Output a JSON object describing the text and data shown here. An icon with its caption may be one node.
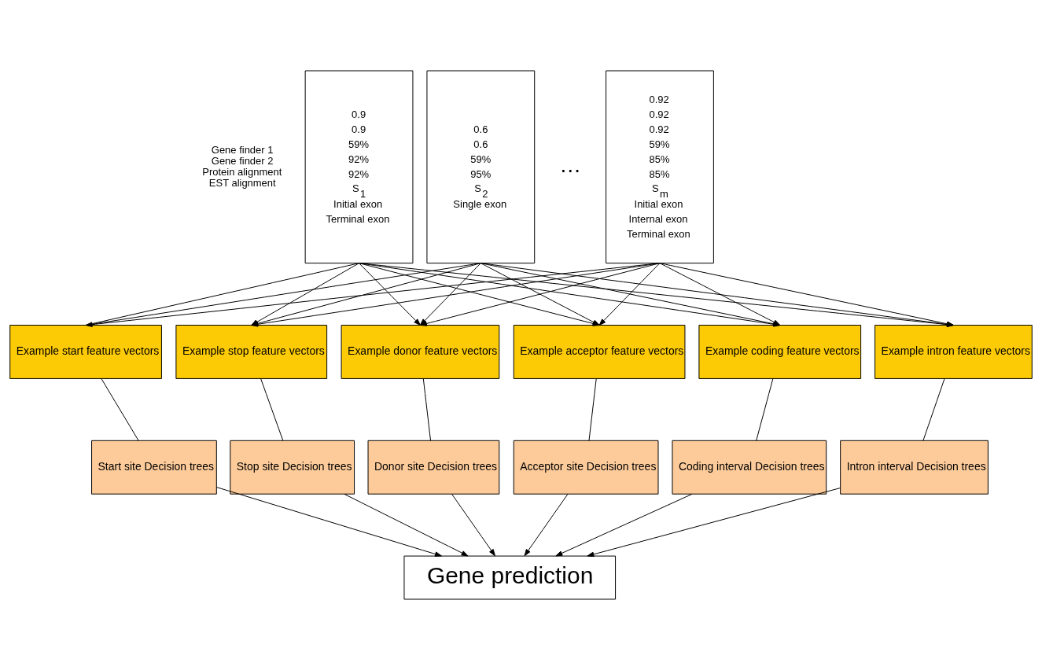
{
  "diagram": {
    "nodes": [
      {
        "text": [
          "0.9",
          "0.9",
          "59%",
          "92%",
          "92%",
          "S$_{1}$",
          "Initial exon",
          "Terminal exon"
        ]
      },
      {
        "text": [
          "0.6",
          "0.6",
          "59%",
          "95%",
          "S$_{2}$",
          "Single exon"
        ]
      },
      {
        "text": [
          "0.92",
          "0.92",
          "0.92",
          "59%",
          "85%",
          "85%",
          "S$_{m}$",
          "Initial exon",
          "Internal exon",
          "Terminal exon"
        ]
      },
      {
        "text": [
          "Example start feature vectors"
        ]
      },
      {
        "text": [
          "Example stop feature vectors"
        ]
      },
      {
        "text": [
          "Example donor feature vectors"
        ]
      },
      {
        "text": [
          "Example acceptor feature vectors"
        ]
      },
      {
        "text": [
          "Example coding feature vectors"
        ]
      },
      {
        "text": [
          "Example intron feature vectors"
        ]
      },
      {
        "text": [
          "Start site Decision trees"
        ]
      },
      {
        "text": [
          "Stop site Decision trees"
        ]
      },
      {
        "text": [
          "Donor site Decision trees"
        ]
      },
      {
        "text": [
          "Acceptor site Decision trees"
        ]
      },
      {
        "text": [
          "Coding interval Decision trees"
        ]
      },
      {
        "text": [
          "Intron interval Decision trees"
        ]
      },
      {
        "text": [
          "Gene prediction"
        ]
      }
    ],
    "edges": [
      {
        "from": 0,
        "to": 3,
        "arrow": "none"
      },
      {
        "from": 0,
        "to": 4,
        "arrow": "to"
      },
      {
        "from": 0,
        "to": 5,
        "arrow": "to"
      },
      {
        "from": 0,
        "to": 6,
        "arrow": "to"
      },
      {
        "from": 0,
        "to": 7,
        "arrow": "to"
      },
      {
        "from": 0,
        "to": 8,
        "arrow": "to"
      },
      {
        "from": 1,
        "to": 3,
        "arrow": "none"
      },
      {
        "from": 1,
        "to": 4,
        "arrow": "to"
      },
      {
        "from": 1,
        "to": 5,
        "arrow": "to"
      },
      {
        "from": 1,
        "to": 6,
        "arrow": "to"
      },
      {
        "from": 1,
        "to": 7,
        "arrow": "to"
      },
      {
        "from": 1,
        "to": 8,
        "arrow": "to"
      },
      {
        "from": 2,
        "to": 3,
        "arrow": "to"
      },
      {
        "from": 2,
        "to": 4,
        "arrow": "to"
      },
      {
        "from": 2,
        "to": 5,
        "arrow": "to"
      },
      {
        "from": 2,
        "to": 6,
        "arrow": "to"
      },
      {
        "from": 2,
        "to": 7,
        "arrow": "to"
      },
      {
        "from": 2,
        "to": 8,
        "arrow": "to"
      },
      {
        "from": 3,
        "to": 9,
        "arrow": "none"
      },
      {
        "from": 4,
        "to": 10,
        "arrow": "none"
      },
      {
        "from": 5,
        "to": 11,
        "arrow": "none"
      },
      {
        "from": 6,
        "to": 12,
        "arrow": "none"
      },
      {
        "from": 7,
        "to": 13,
        "arrow": "none"
      },
      {
        "from": 8,
        "to": 14,
        "arrow": "none"
      },
      {
        "from": 9,
        "to": 15,
        "arrow": "to"
      },
      {
        "from": 10,
        "to": 15,
        "arrow": "to"
      },
      {
        "from": 11,
        "to": 15,
        "arrow": "to"
      },
      {
        "from": 12,
        "to": 15,
        "arrow": "to"
      },
      {
        "from": 13,
        "to": 15,
        "arrow": "to"
      },
      {
        "from": 14,
        "to": 15,
        "arrow": "to"
      }
    ],
    "labels": [
      "Gene finder 1",
      "Gene finder 2",
      "Protein alignment",
      "EST alignment",
      "…"
    ]
  }
}
